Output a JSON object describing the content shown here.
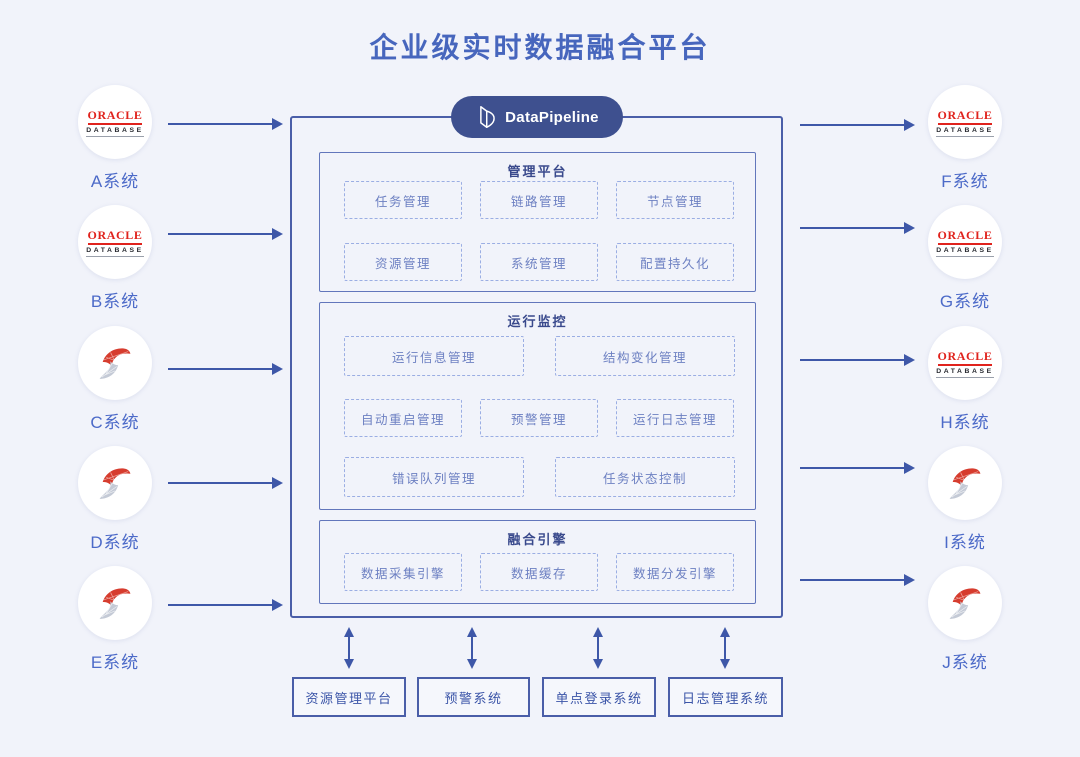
{
  "page": {
    "title": "企业级实时数据融合平台"
  },
  "brand": {
    "name": "DataPipeline"
  },
  "oracle_logo": {
    "line1": "ORACLE",
    "line2": "DATABASE"
  },
  "left_systems": [
    {
      "label": "A系统",
      "icon": "oracle-database"
    },
    {
      "label": "B系统",
      "icon": "oracle-database"
    },
    {
      "label": "C系统",
      "icon": "sql-server"
    },
    {
      "label": "D系统",
      "icon": "sql-server"
    },
    {
      "label": "E系统",
      "icon": "sql-server"
    }
  ],
  "right_systems": [
    {
      "label": "F系统",
      "icon": "oracle-database"
    },
    {
      "label": "G系统",
      "icon": "oracle-database"
    },
    {
      "label": "H系统",
      "icon": "oracle-database"
    },
    {
      "label": "I系统",
      "icon": "sql-server"
    },
    {
      "label": "J系统",
      "icon": "sql-server"
    }
  ],
  "platform": {
    "sections": [
      {
        "title": "管理平台",
        "rows": [
          [
            "任务管理",
            "链路管理",
            "节点管理"
          ],
          [
            "资源管理",
            "系统管理",
            "配置持久化"
          ]
        ]
      },
      {
        "title": "运行监控",
        "rows": [
          [
            "运行信息管理",
            "结构变化管理"
          ],
          [
            "自动重启管理",
            "预警管理",
            "运行日志管理"
          ],
          [
            "错误队列管理",
            "任务状态控制"
          ]
        ]
      },
      {
        "title": "融合引擎",
        "rows": [
          [
            "数据采集引擎",
            "数据缓存",
            "数据分发引擎"
          ]
        ]
      }
    ]
  },
  "bottom_systems": [
    "资源管理平台",
    "预警系统",
    "单点登录系统",
    "日志管理系统"
  ],
  "colors": {
    "background": "#f1f3fa",
    "title_blue": "#4766bd",
    "box_border": "#4a5ea8",
    "pill_background": "#3e508f",
    "section_border": "#6276bb",
    "section_title": "#39498c",
    "dashed_border": "#9baee3",
    "module_text": "#6d80c2",
    "arrow": "#3e57a8",
    "system_label": "#4c6ac8",
    "oracle_red": "#e0231d",
    "sqlserver_red": "#d63c2e",
    "sqlserver_gray": "#c4cad6"
  }
}
